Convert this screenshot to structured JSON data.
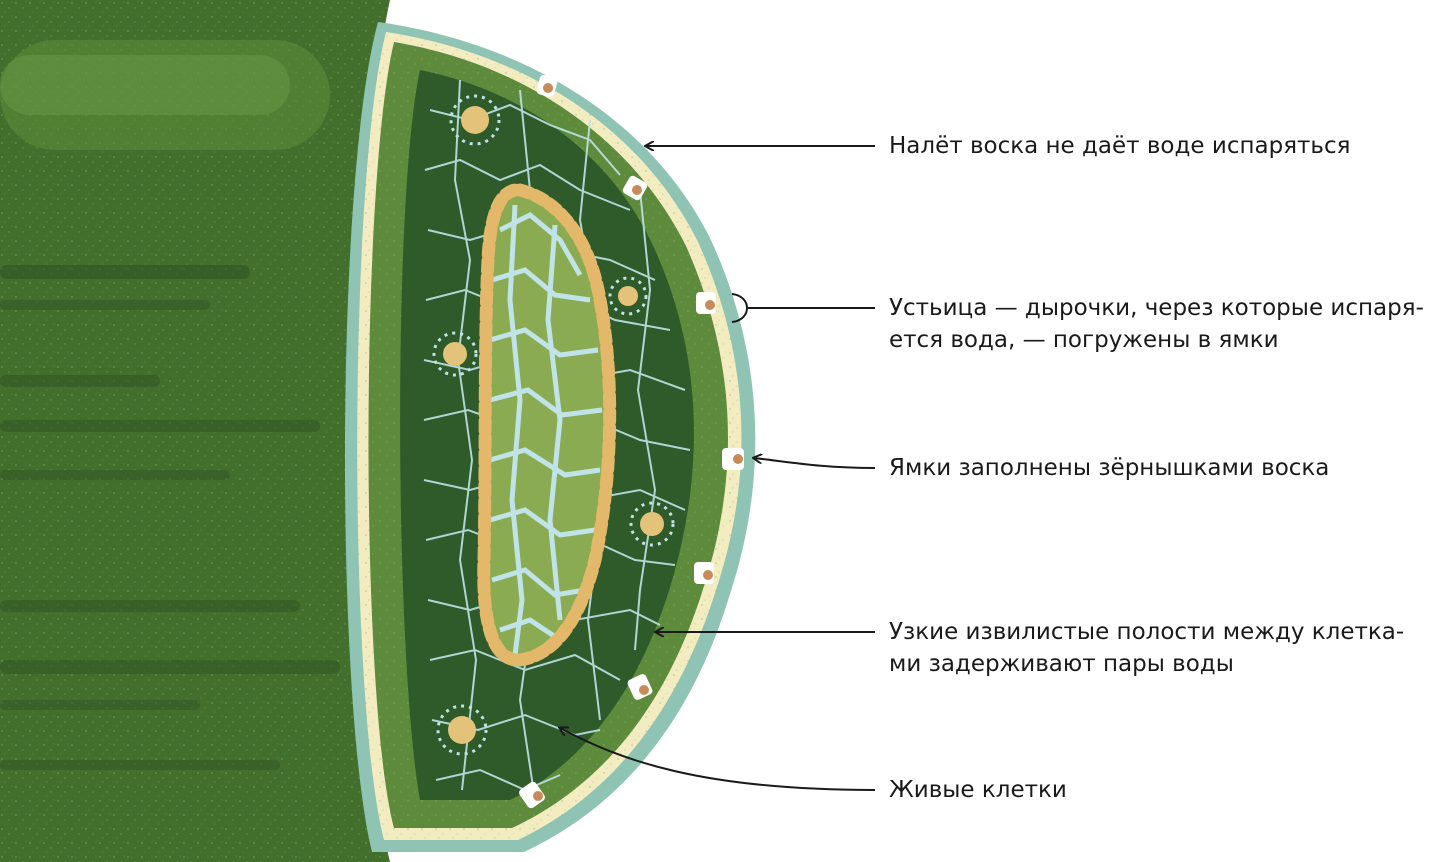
{
  "labels": {
    "wax_coating": "Налёт воска не даёт воде испаряться",
    "stomata": "Устьица — дырочки, через которые испаря-\nется вода, — погружены в ямки",
    "pits_wax": "Ямки заполнены зёрнышками воска",
    "air_cavities": "Узкие извилистые полости между клетка-\nми задерживают пары воды",
    "living_cells": "Живые клетки"
  },
  "colors": {
    "stem_dark": "#3f6b2a",
    "stem_mid": "#4f7d33",
    "epidermis": "#8fc4b4",
    "wax_layer": "#f3ecc0",
    "cortex": "#5d8a3b",
    "dark_tissue": "#2f5a2a",
    "cell_lines": "#bfe3e6",
    "inner_green": "#8aab52",
    "vascular_ring": "#e3b86a",
    "stoma": "#c98a5a",
    "callout_line": "#1a1a1a"
  }
}
